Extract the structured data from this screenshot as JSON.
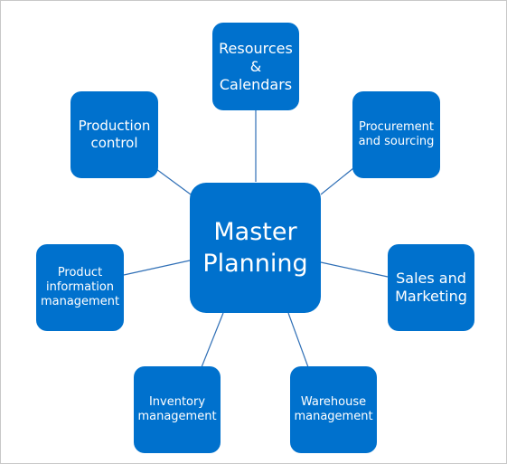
{
  "colors": {
    "node_fill": "#0071cd",
    "connector": "#2f6fb6",
    "background": "#ffffff"
  },
  "diagram": {
    "center": {
      "label": "Master\nPlanning"
    },
    "nodes": [
      {
        "id": "resources-calendars",
        "label": "Resources\n&\nCalendars"
      },
      {
        "id": "procurement-sourcing",
        "label": "Procurement\nand sourcing"
      },
      {
        "id": "sales-marketing",
        "label": "Sales and\nMarketing"
      },
      {
        "id": "warehouse-management",
        "label": "Warehouse\nmanagement"
      },
      {
        "id": "inventory-management",
        "label": "Inventory\nmanagement"
      },
      {
        "id": "product-information-management",
        "label": "Product\ninformation\nmanagement"
      },
      {
        "id": "production-control",
        "label": "Production\ncontrol"
      }
    ]
  }
}
